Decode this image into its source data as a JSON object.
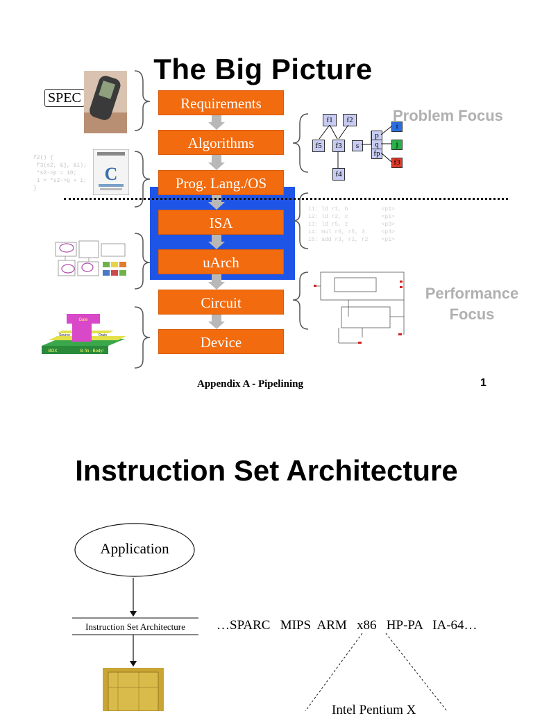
{
  "slide1": {
    "title": "The Big Picture",
    "spec_label": "SPEC",
    "layers": [
      "Requirements",
      "Algorithms",
      "Prog. Lang./OS",
      "ISA",
      "uArch",
      "Circuit",
      "Device"
    ],
    "problem_focus": "Problem Focus",
    "performance_focus_line1": "Performance",
    "performance_focus_line2": "Focus",
    "code_snippet": "f2() {\n f3(s2, &j, &i);\n *s2->p = 10;\n i = *s2->q + i;\n}",
    "asm_snippet": "i1: ld r1, b          <p1>\ni2: ld r2, c          <p1>\ni3: ld r5, z          <p3>\ni4: mul r6, r5, 3     <p3>\ni5: add r3, r1, r2    <p1>",
    "graph_nodes": [
      "f1",
      "f2",
      "f5",
      "f3",
      "f4",
      "s",
      "p",
      "q",
      "fp",
      "i",
      "j",
      "f3"
    ],
    "device_labels": [
      "Gate",
      "Source",
      "Drain",
      "BOX",
      "Si fin - Body!"
    ],
    "footer": "Appendix A - Pipelining",
    "page_number": "1",
    "colors": {
      "layer_box": "#f26b0f",
      "band": "#1f55e6",
      "focus_text": "#b0b0b0"
    }
  },
  "slide2": {
    "title": "Instruction Set Architecture",
    "application": "Application",
    "isa_label": "Instruction Set Architecture",
    "isa_list": "…SPARC   MIPS  ARM   x86   HP-PA   IA-64…",
    "bottom_label": "Intel Pentium X"
  }
}
